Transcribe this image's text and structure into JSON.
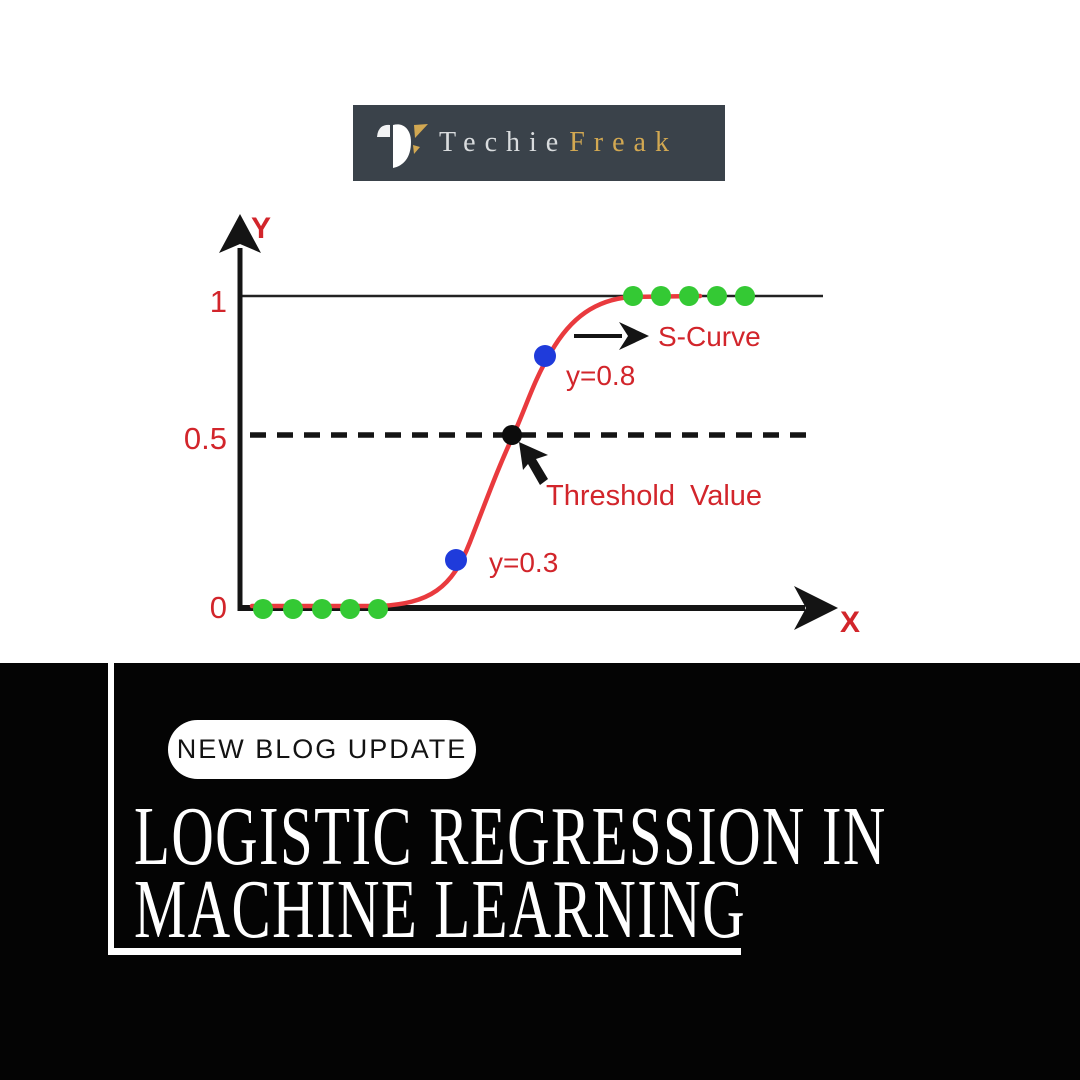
{
  "logo": {
    "name_part1": "Techie",
    "name_part2": "Freak",
    "bg_color": "#3a424a",
    "text_color": "#d9dcde",
    "accent_color": "#d2a852",
    "icon": "techiefreak-t-monogram"
  },
  "chart": {
    "y_axis_label": "Y",
    "x_axis_label": "X",
    "ticks": [
      "1",
      "0.5",
      "0"
    ],
    "s_curve_label": "S-Curve",
    "y08_label": "y=0.8",
    "y03_label": "y=0.3",
    "threshold_label": "Threshold Value",
    "colors": {
      "curve_red": "#e93a3e",
      "label_red": "#d2252b",
      "axis_black": "#141414",
      "dot_green": "#34c934",
      "dot_blue": "#1f3bdb",
      "dot_black": "#0c0c0c"
    }
  },
  "chart_data": {
    "type": "line",
    "xlabel": "X",
    "ylabel": "Y",
    "yticks": [
      0,
      0.5,
      1
    ],
    "ylim": [
      0,
      1
    ],
    "grid": false,
    "legend": "none",
    "series": [
      {
        "name": "logistic sigmoid (S-Curve)",
        "color": "#e93a3e",
        "x": [
          0.3,
          1.0,
          2.0,
          2.6,
          3.3,
          3.9,
          4.5,
          4.9,
          5.2,
          5.5,
          6.2,
          7.0,
          8.5
        ],
        "y": [
          0.0,
          0.0,
          0.0,
          0.02,
          0.1,
          0.3,
          0.45,
          0.5,
          0.65,
          0.8,
          0.95,
          1.0,
          1.0
        ]
      }
    ],
    "points": [
      {
        "group": "class-0 samples",
        "color": "#34c934",
        "y": 0,
        "x": [
          0.45,
          0.95,
          1.45,
          1.95,
          2.4
        ]
      },
      {
        "group": "class-1 samples",
        "color": "#34c934",
        "y": 1,
        "x": [
          6.9,
          7.4,
          7.9,
          8.4,
          8.85
        ]
      },
      {
        "group": "probability sample",
        "color": "#1f3bdb",
        "x": 3.9,
        "y": 0.3,
        "label": "y=0.3"
      },
      {
        "group": "probability sample",
        "color": "#1f3bdb",
        "x": 5.5,
        "y": 0.8,
        "label": "y=0.8"
      },
      {
        "group": "threshold point",
        "color": "#0c0c0c",
        "x": 4.9,
        "y": 0.5,
        "label": "Threshold Value"
      }
    ],
    "threshold_line": {
      "y": 0.5,
      "style": "dashed",
      "color": "#141414"
    },
    "annotations": [
      "S-Curve",
      "y=0.8",
      "y=0.3",
      "Threshold Value"
    ]
  },
  "banner": {
    "badge": "NEW BLOG UPDATE",
    "title_line1": "LOGISTIC REGRESSION IN",
    "title_line2": "MACHINE LEARNING",
    "bg_color": "#040404",
    "frame_color": "#ffffff"
  }
}
